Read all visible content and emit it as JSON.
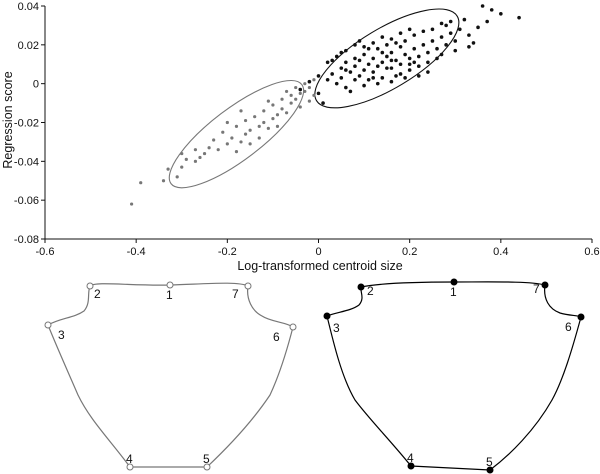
{
  "chart_data": [
    {
      "type": "scatter",
      "xlabel": "Log-transformed centroid size",
      "ylabel": "Regression score",
      "xlim": [
        -0.6,
        0.6
      ],
      "ylim": [
        -0.08,
        0.04
      ],
      "x_ticks": [
        "-0.6",
        "-0.4",
        "-0.2",
        "0",
        "0.2",
        "0.4",
        "0.6"
      ],
      "y_ticks": [
        "0.04",
        "0.02",
        "0",
        "-0.02",
        "-0.04",
        "-0.06",
        "-0.08"
      ],
      "grid": false,
      "legend": "none",
      "colors": {
        "group_grey": "#777777",
        "group_black": "#111111"
      },
      "series": [
        {
          "color": "#777777",
          "points": [
            [
              -0.41,
              -0.062
            ],
            [
              -0.39,
              -0.051
            ],
            [
              -0.34,
              -0.05
            ],
            [
              -0.31,
              -0.048
            ],
            [
              -0.33,
              -0.044
            ],
            [
              -0.3,
              -0.043
            ],
            [
              -0.29,
              -0.039
            ],
            [
              -0.27,
              -0.04
            ],
            [
              -0.26,
              -0.038
            ],
            [
              -0.24,
              -0.033
            ],
            [
              -0.25,
              -0.036
            ],
            [
              -0.22,
              -0.034
            ],
            [
              -0.2,
              -0.031
            ],
            [
              -0.19,
              -0.028
            ],
            [
              -0.17,
              -0.03
            ],
            [
              -0.16,
              -0.026
            ],
            [
              -0.15,
              -0.024
            ],
            [
              -0.13,
              -0.022
            ],
            [
              -0.12,
              -0.02
            ],
            [
              -0.11,
              -0.023
            ],
            [
              -0.1,
              -0.018
            ],
            [
              -0.09,
              -0.016
            ],
            [
              -0.08,
              -0.013
            ],
            [
              -0.07,
              -0.015
            ],
            [
              -0.06,
              -0.01
            ],
            [
              -0.05,
              -0.008
            ],
            [
              -0.04,
              -0.005
            ],
            [
              -0.03,
              -0.004
            ],
            [
              -0.02,
              -0.002
            ],
            [
              -0.01,
              -0.006
            ],
            [
              -0.21,
              -0.025
            ],
            [
              -0.18,
              -0.022
            ],
            [
              -0.14,
              -0.017
            ],
            [
              -0.12,
              -0.014
            ],
            [
              -0.1,
              -0.011
            ],
            [
              -0.08,
              -0.008
            ],
            [
              -0.06,
              -0.006
            ],
            [
              -0.23,
              -0.029
            ],
            [
              -0.27,
              -0.034
            ],
            [
              -0.16,
              -0.019
            ],
            [
              -0.13,
              -0.028
            ],
            [
              -0.09,
              -0.022
            ],
            [
              -0.11,
              -0.009
            ],
            [
              -0.07,
              -0.004
            ],
            [
              -0.05,
              -0.002
            ],
            [
              -0.18,
              -0.035
            ],
            [
              -0.2,
              -0.02
            ],
            [
              -0.3,
              -0.036
            ],
            [
              -0.15,
              -0.031
            ],
            [
              -0.03,
              0.0
            ],
            [
              -0.01,
              0.002
            ],
            [
              -0.17,
              -0.014
            ],
            [
              -0.04,
              -0.012
            ],
            [
              -0.02,
              -0.009
            ]
          ]
        },
        {
          "color": "#111111",
          "points": [
            [
              -0.04,
              -0.003
            ],
            [
              -0.02,
              0.001
            ],
            [
              0.0,
              0.004
            ],
            [
              0.0,
              -0.005
            ],
            [
              0.01,
              -0.01
            ],
            [
              0.02,
              0.002
            ],
            [
              0.03,
              0.005
            ],
            [
              0.04,
              0.0
            ],
            [
              0.05,
              0.008
            ],
            [
              0.05,
              0.003
            ],
            [
              0.06,
              -0.002
            ],
            [
              0.06,
              0.011
            ],
            [
              0.07,
              0.006
            ],
            [
              0.08,
              0.009
            ],
            [
              0.08,
              0.002
            ],
            [
              0.09,
              0.012
            ],
            [
              0.09,
              0.004
            ],
            [
              0.1,
              0.007
            ],
            [
              0.1,
              0.015
            ],
            [
              0.11,
              0.01
            ],
            [
              0.11,
              0.002
            ],
            [
              0.12,
              0.013
            ],
            [
              0.12,
              0.006
            ],
            [
              0.13,
              0.018
            ],
            [
              0.13,
              0.009
            ],
            [
              0.14,
              0.011
            ],
            [
              0.14,
              0.003
            ],
            [
              0.15,
              0.014
            ],
            [
              0.15,
              0.02
            ],
            [
              0.16,
              0.008
            ],
            [
              0.16,
              0.016
            ],
            [
              0.17,
              0.012
            ],
            [
              0.17,
              0.004
            ],
            [
              0.18,
              0.019
            ],
            [
              0.18,
              0.01
            ],
            [
              0.19,
              0.015
            ],
            [
              0.19,
              0.022
            ],
            [
              0.2,
              0.013
            ],
            [
              0.2,
              0.007
            ],
            [
              0.21,
              0.018
            ],
            [
              0.21,
              0.025
            ],
            [
              0.22,
              0.014
            ],
            [
              0.22,
              0.009
            ],
            [
              0.23,
              0.02
            ],
            [
              0.23,
              0.027
            ],
            [
              0.24,
              0.016
            ],
            [
              0.24,
              0.011
            ],
            [
              0.25,
              0.022
            ],
            [
              0.25,
              0.028
            ],
            [
              0.26,
              0.018
            ],
            [
              0.26,
              0.013
            ],
            [
              0.27,
              0.024
            ],
            [
              0.27,
              0.031
            ],
            [
              0.28,
              0.02
            ],
            [
              0.28,
              0.03
            ],
            [
              0.29,
              0.026
            ],
            [
              0.29,
              0.032
            ],
            [
              0.3,
              0.022
            ],
            [
              0.31,
              0.028
            ],
            [
              0.32,
              0.033
            ],
            [
              0.33,
              0.025
            ],
            [
              0.34,
              0.021
            ],
            [
              0.35,
              0.029
            ],
            [
              0.36,
              0.04
            ],
            [
              0.37,
              0.032
            ],
            [
              0.38,
              0.038
            ],
            [
              0.4,
              0.036
            ],
            [
              0.44,
              0.034
            ],
            [
              0.02,
              0.011
            ],
            [
              0.04,
              0.014
            ],
            [
              0.06,
              0.017
            ],
            [
              0.08,
              0.02
            ],
            [
              0.1,
              0.019
            ],
            [
              0.12,
              0.021
            ],
            [
              0.14,
              0.024
            ],
            [
              0.16,
              0.023
            ],
            [
              0.18,
              0.026
            ],
            [
              0.2,
              0.028
            ],
            [
              0.07,
              -0.004
            ],
            [
              0.1,
              -0.001
            ],
            [
              0.13,
              0.0
            ],
            [
              0.16,
              0.001
            ],
            [
              0.19,
              0.003
            ],
            [
              0.22,
              0.004
            ],
            [
              0.03,
              0.012
            ],
            [
              0.05,
              0.016
            ],
            [
              0.09,
              0.022
            ],
            [
              0.11,
              0.018
            ],
            [
              0.15,
              0.008
            ],
            [
              0.17,
              0.021
            ],
            [
              0.21,
              0.011
            ],
            [
              0.24,
              0.006
            ],
            [
              0.27,
              0.015
            ],
            [
              0.3,
              0.017
            ],
            [
              0.33,
              0.019
            ],
            [
              0.12,
              0.003
            ],
            [
              0.14,
              0.016
            ],
            [
              0.16,
              0.012
            ],
            [
              0.18,
              0.005
            ],
            [
              0.2,
              0.01
            ],
            [
              0.08,
              0.013
            ],
            [
              0.06,
              0.007
            ]
          ]
        }
      ],
      "ellipses": [
        {
          "color": "#777777",
          "center": [
            -0.18,
            -0.026
          ],
          "rx_data": 0.36,
          "ry_data": 0.006,
          "angle_deg": -12
        },
        {
          "color": "#111111",
          "center": [
            0.15,
            0.013
          ],
          "rx_data": 0.36,
          "ry_data": 0.007,
          "angle_deg": -10
        }
      ]
    }
  ],
  "landmark_shapes": [
    {
      "color": "#777777",
      "marker": "hollow",
      "labels": [
        "1",
        "2",
        "3",
        "4",
        "5",
        "6",
        "7"
      ]
    },
    {
      "color": "#000000",
      "marker": "filled",
      "labels": [
        "1",
        "2",
        "3",
        "4",
        "5",
        "6",
        "7"
      ]
    }
  ]
}
